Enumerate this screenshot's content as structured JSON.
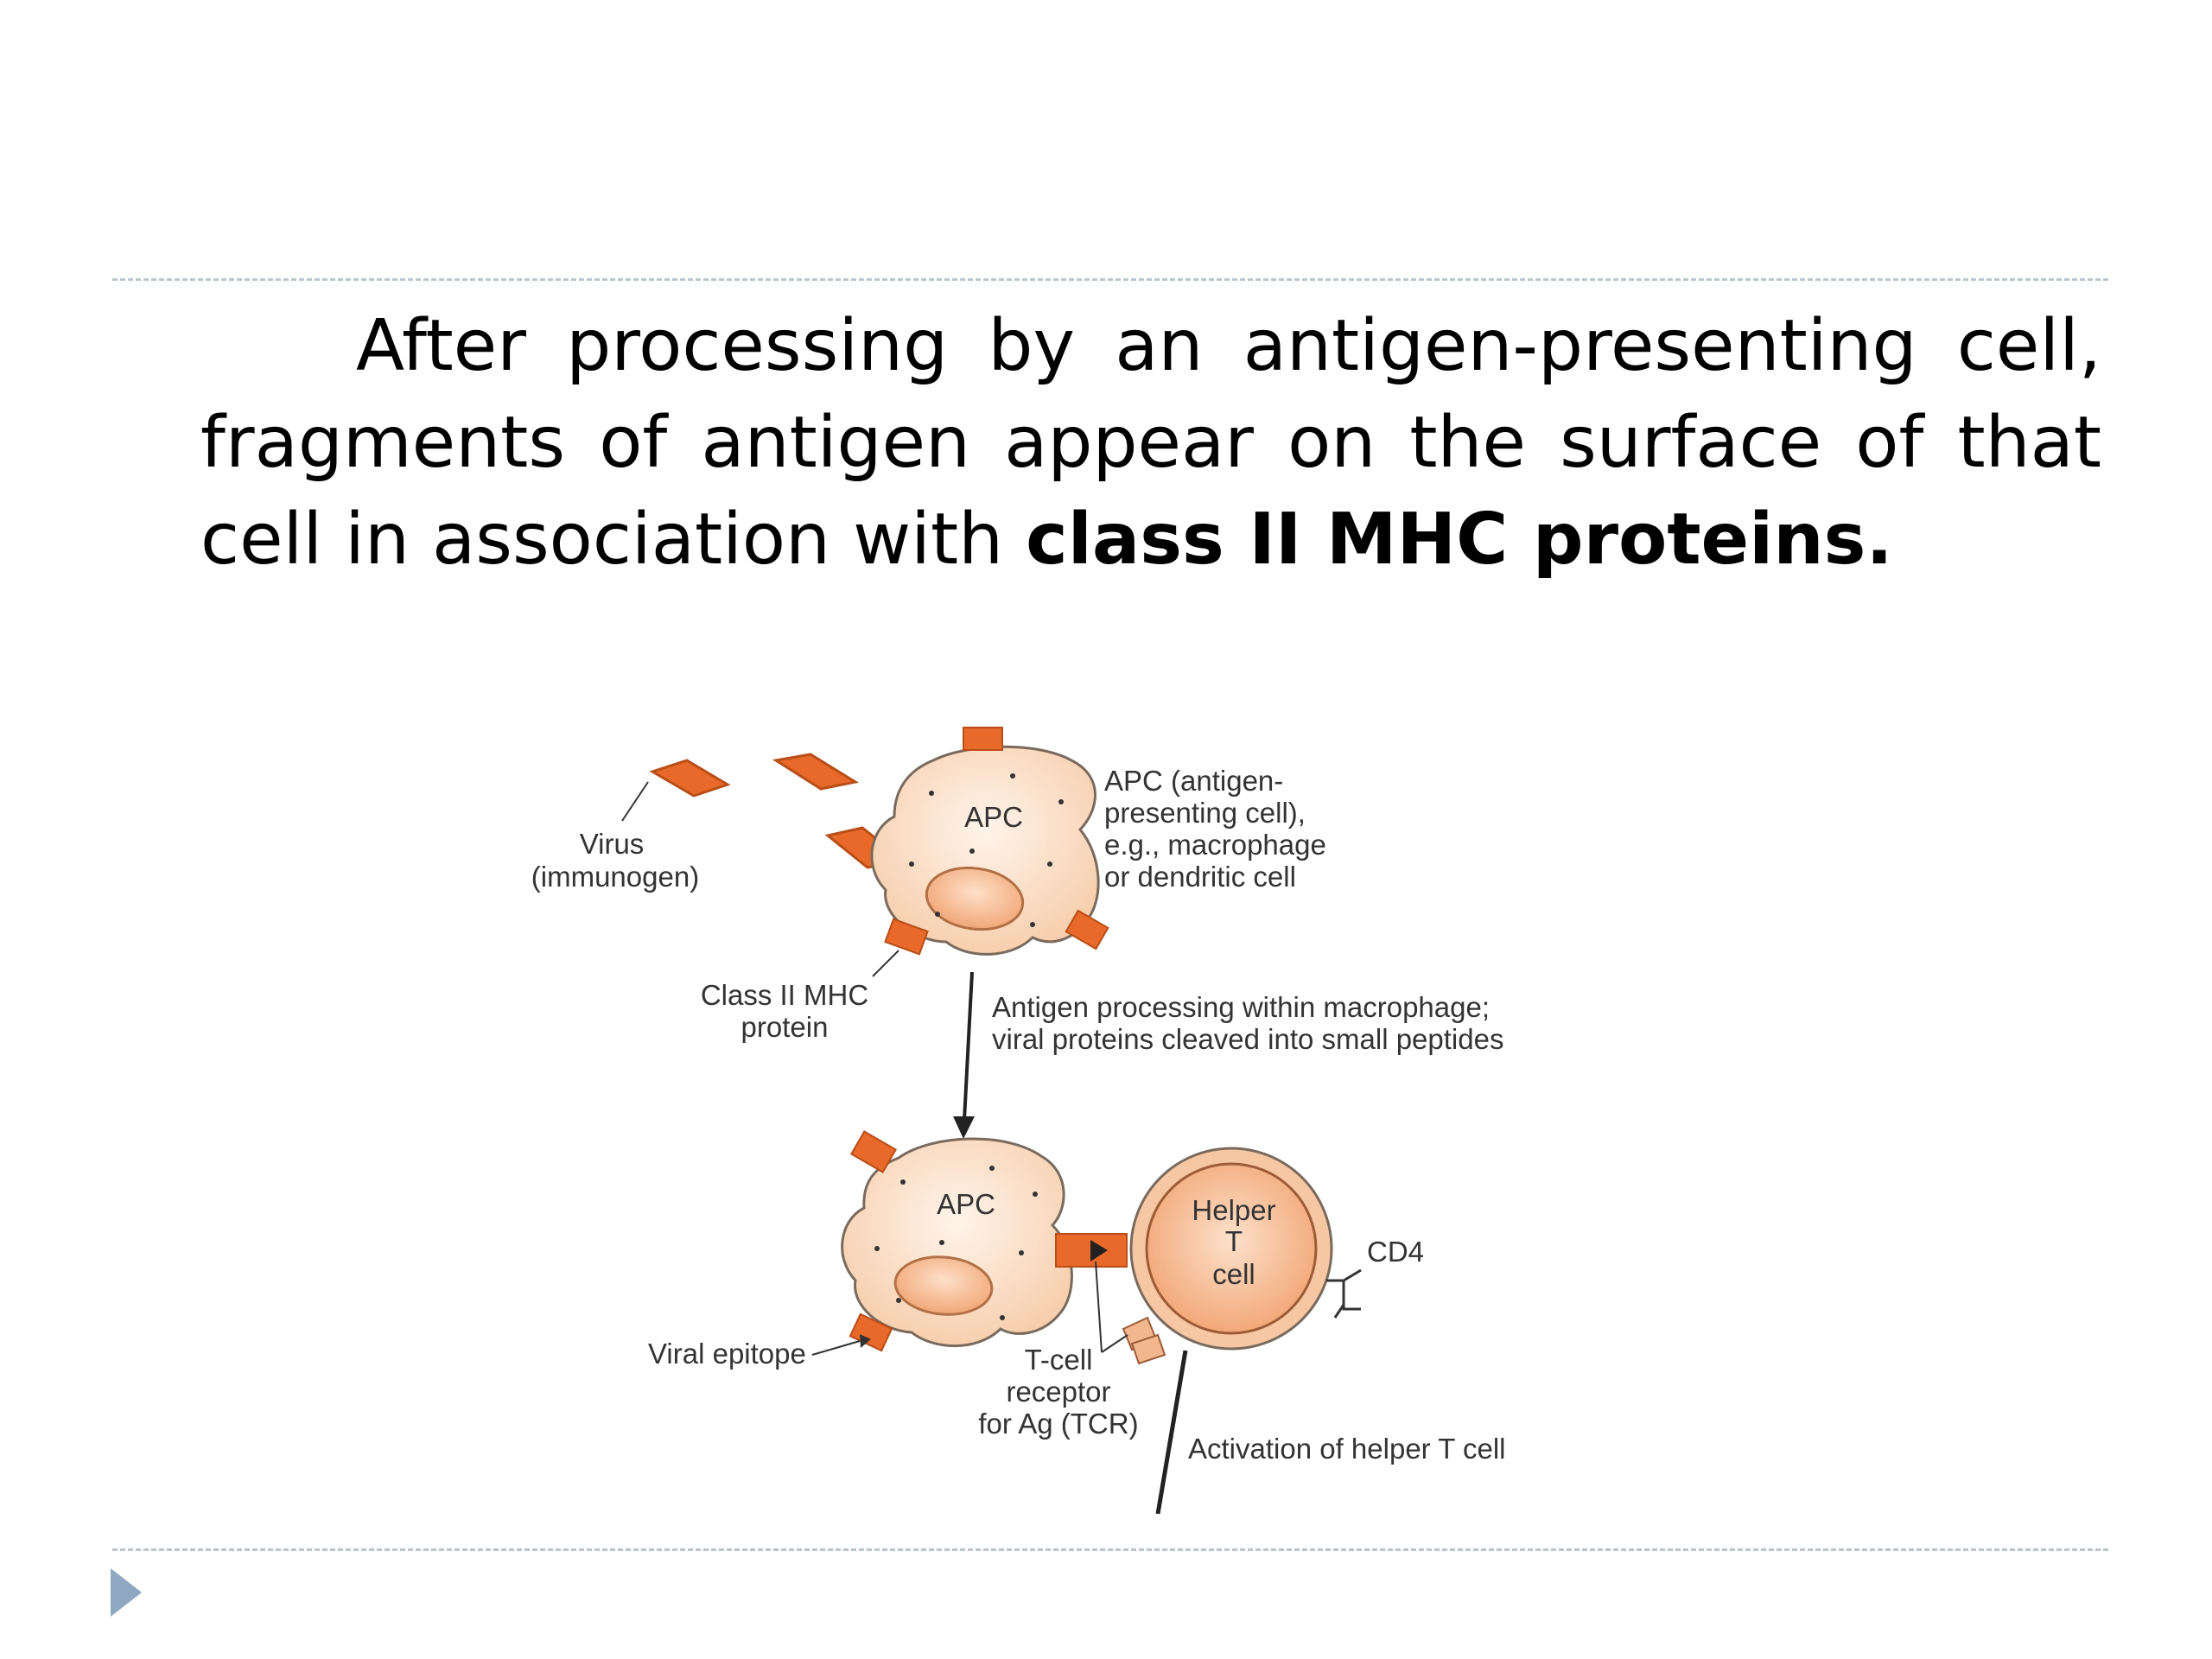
{
  "slide": {
    "text_intro": "After processing by an antigen-presenting cell, fragments of antigen appear on the surface of that cell in association with ",
    "text_bold": "class II MHC proteins."
  },
  "diagram": {
    "virus_label_1": "Virus",
    "virus_label_2": "(immunogen)",
    "apc_top_label": "APC",
    "apc_desc_1": "APC (antigen-",
    "apc_desc_2": "presenting cell),",
    "apc_desc_3": "e.g., macrophage",
    "apc_desc_4": "or dendritic cell",
    "mhc_label_1": "Class II MHC",
    "mhc_label_2": "protein",
    "processing_1": "Antigen processing within macrophage;",
    "processing_2": "viral proteins cleaved into small peptides",
    "apc_bottom_label": "APC",
    "tcell_1": "Helper",
    "tcell_2": "T",
    "tcell_3": "cell",
    "cd4_label": "CD4",
    "epitope_label": "Viral epitope",
    "tcr_1": "T-cell",
    "tcr_2": "receptor",
    "tcr_3": "for Ag (TCR)",
    "activation_label": "Activation of helper T cell"
  },
  "colors": {
    "cell_fill": "#fbe1cc",
    "nucleus_fill": "#f6b68a",
    "virus_fill": "#e8692a",
    "accent_bullet": "#8fa7c1"
  }
}
